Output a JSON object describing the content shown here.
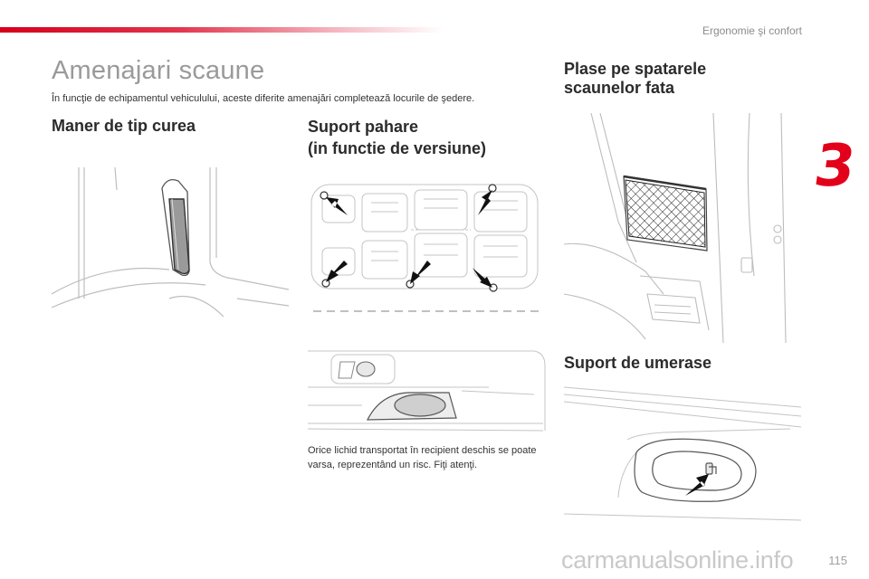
{
  "header": {
    "section": "Ergonomie şi confort",
    "chapter": "3",
    "accent_color": "#e2001a"
  },
  "page": {
    "title": "Amenajari scaune",
    "intro": "În funcţie de echipamentul vehiculului, aceste diferite amenajări completează locurile de şedere.",
    "number": "115"
  },
  "sections": {
    "strap": {
      "title": "Maner de tip curea"
    },
    "cup_holder": {
      "title_line1": "Suport pahare",
      "title_line2": "(in functie de versiune)",
      "caution": "Orice lichid transportat în recipient deschis se poate varsa, reprezentând un risc. Fiţi atenţi."
    },
    "seatback_nets": {
      "title_line1": "Plase pe spatarele",
      "title_line2": "scaunelor fata"
    },
    "coat_hanger": {
      "title": "Suport de umerase"
    }
  },
  "watermark": "carmanualsonline.info"
}
